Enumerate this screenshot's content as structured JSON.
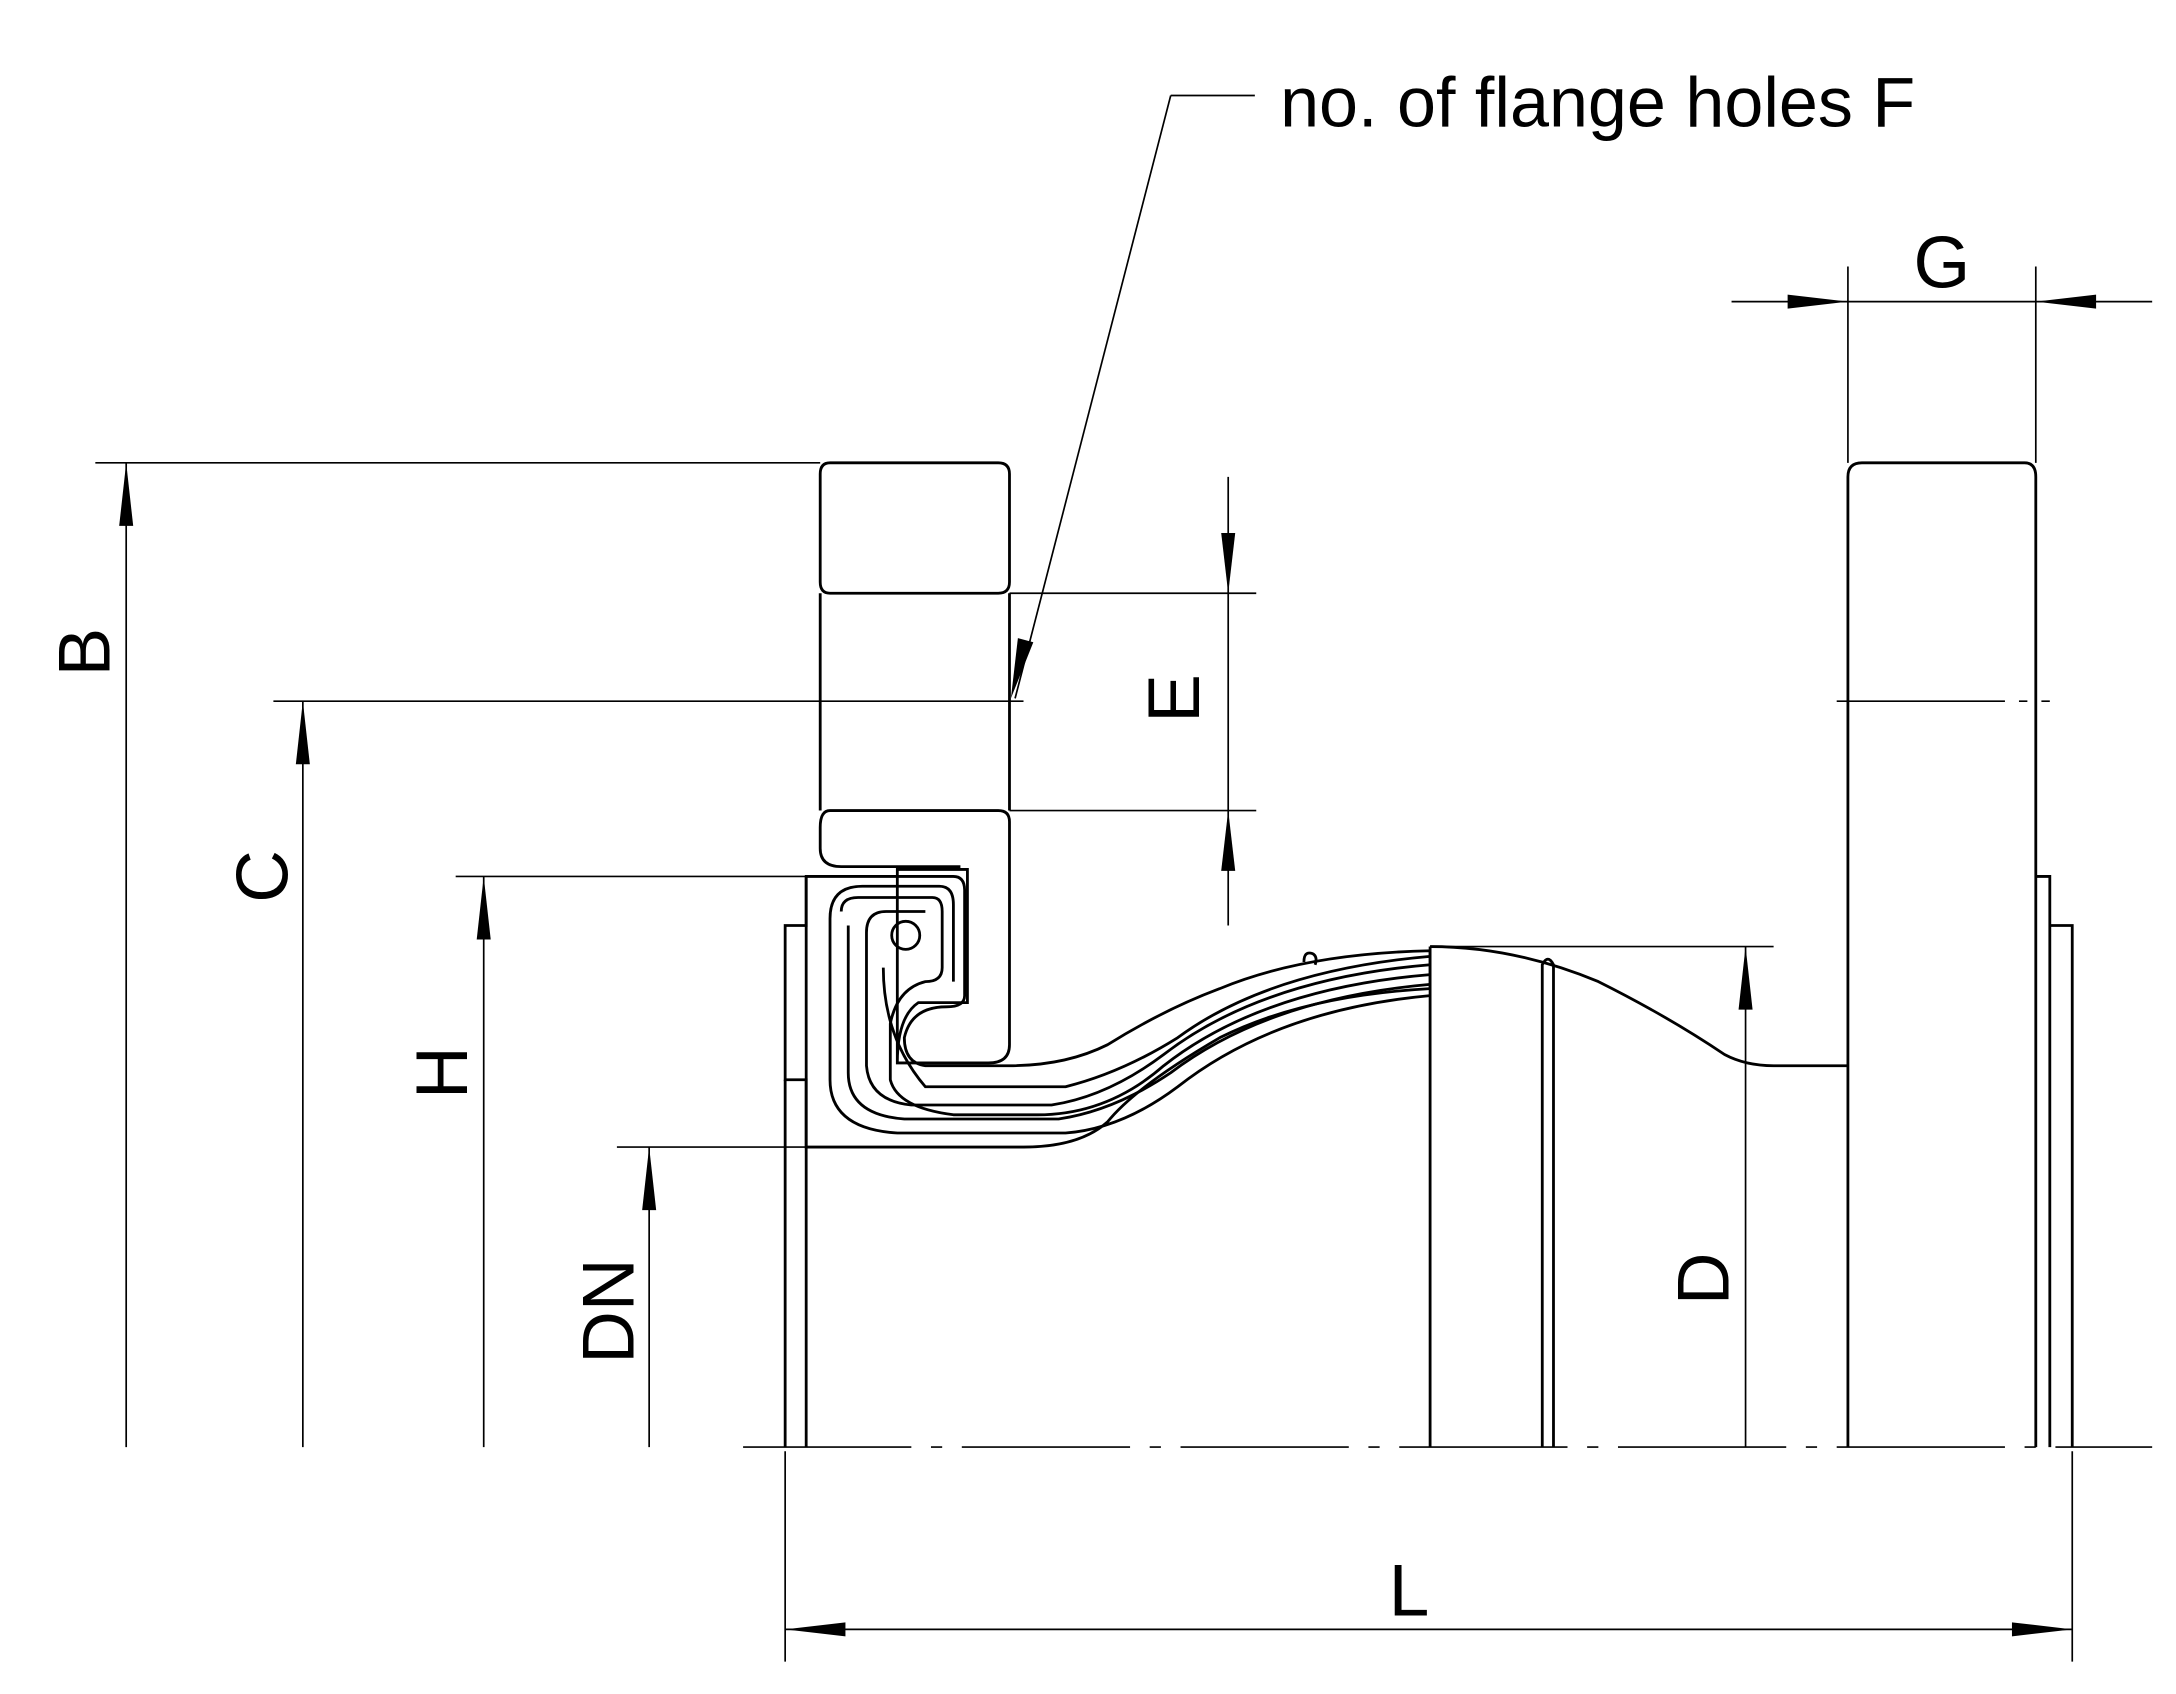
{
  "title": "Flanged expansion joint dimension drawing",
  "leader_label": "no. of flange holes F",
  "dimensions": {
    "B": "B",
    "C": "C",
    "H": "H",
    "DN": "DN",
    "E": "E",
    "D": "D",
    "G": "G",
    "L": "L"
  },
  "colors": {
    "line": "#000000",
    "background": "#ffffff"
  }
}
